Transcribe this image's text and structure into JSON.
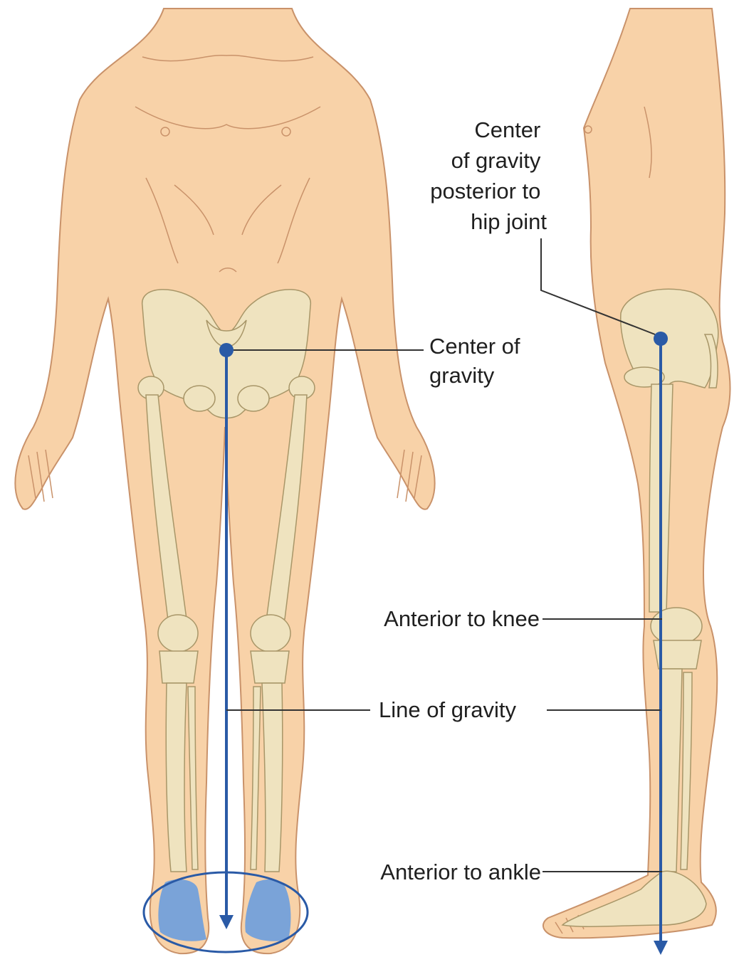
{
  "labels": {
    "cog_posterior": [
      "Center",
      "of gravity",
      "posterior to",
      "hip joint"
    ],
    "cog": [
      "Center of",
      "gravity"
    ],
    "anterior_knee": "Anterior to knee",
    "line_of_gravity": "Line of gravity",
    "anterior_ankle": "Anterior to ankle"
  },
  "colors": {
    "skin": "#f8d2a8",
    "skin_outline": "#c9926a",
    "bone": "#efe3bf",
    "bone_outline": "#a89668",
    "gravity_line": "#2a5aa6",
    "foot_base": "#7aa3d8",
    "text": "#1f1f1f"
  }
}
